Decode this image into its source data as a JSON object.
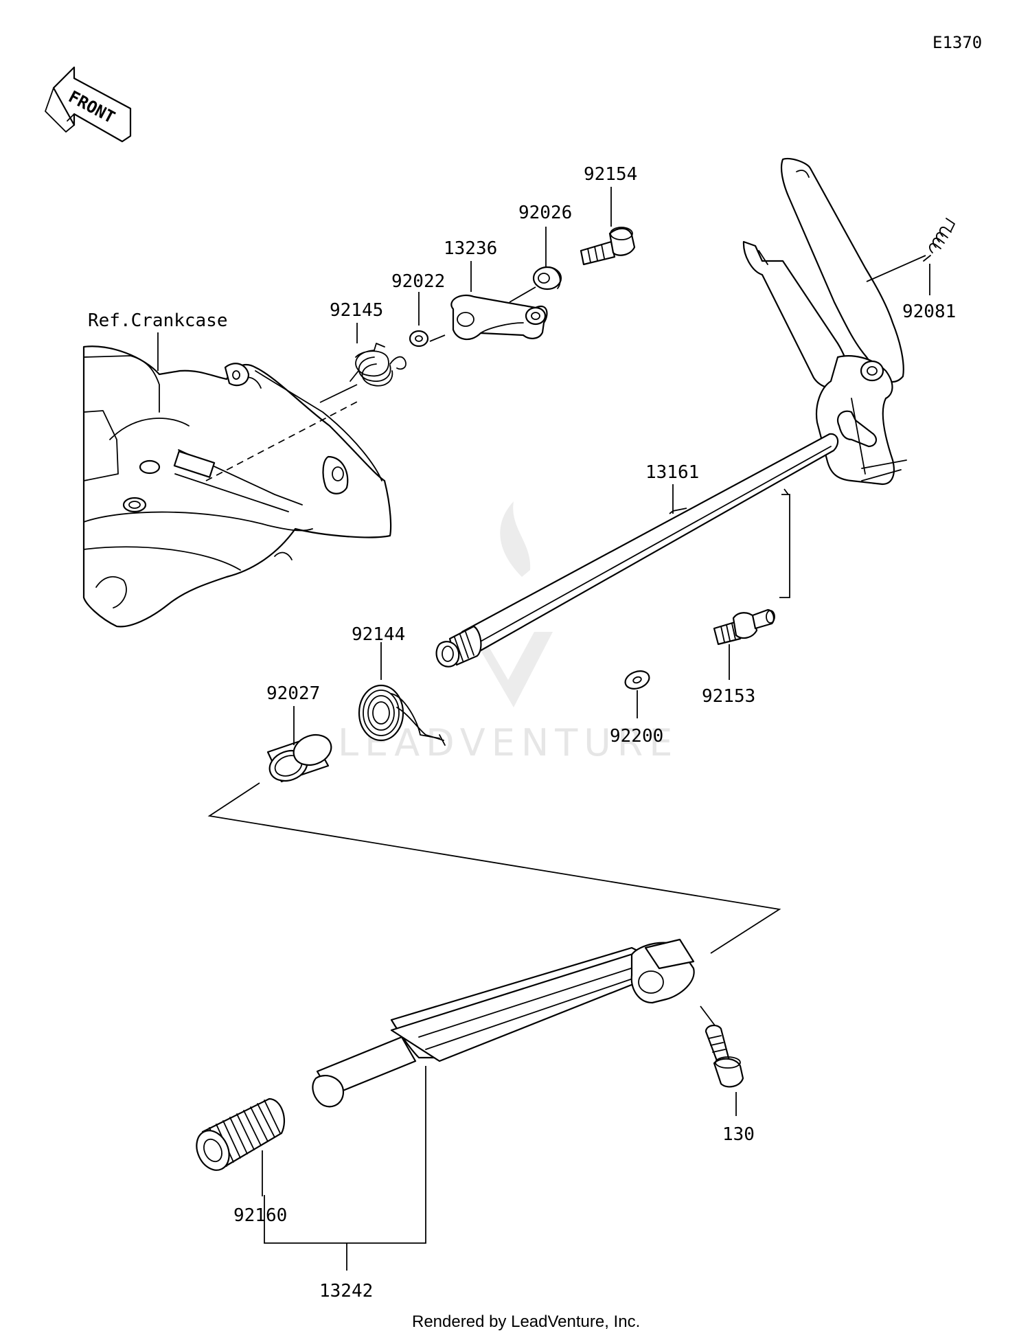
{
  "diagram_code": "E1370",
  "front_arrow_label": "FRONT",
  "watermark_text": "LEADVENTURE",
  "footer_text": "Rendered by LeadVenture, Inc.",
  "parts": {
    "ref_crankcase": "Ref.Crankcase",
    "p92154": "92154",
    "p92026": "92026",
    "p13236": "13236",
    "p92022": "92022",
    "p92145": "92145",
    "p92081": "92081",
    "p13161": "13161",
    "p92144": "92144",
    "p92027": "92027",
    "p92153": "92153",
    "p92200": "92200",
    "p130": "130",
    "p92160": "92160",
    "p13242": "13242"
  },
  "colors": {
    "line": "#000000",
    "background": "#ffffff",
    "watermark": "#e6e6e6"
  }
}
